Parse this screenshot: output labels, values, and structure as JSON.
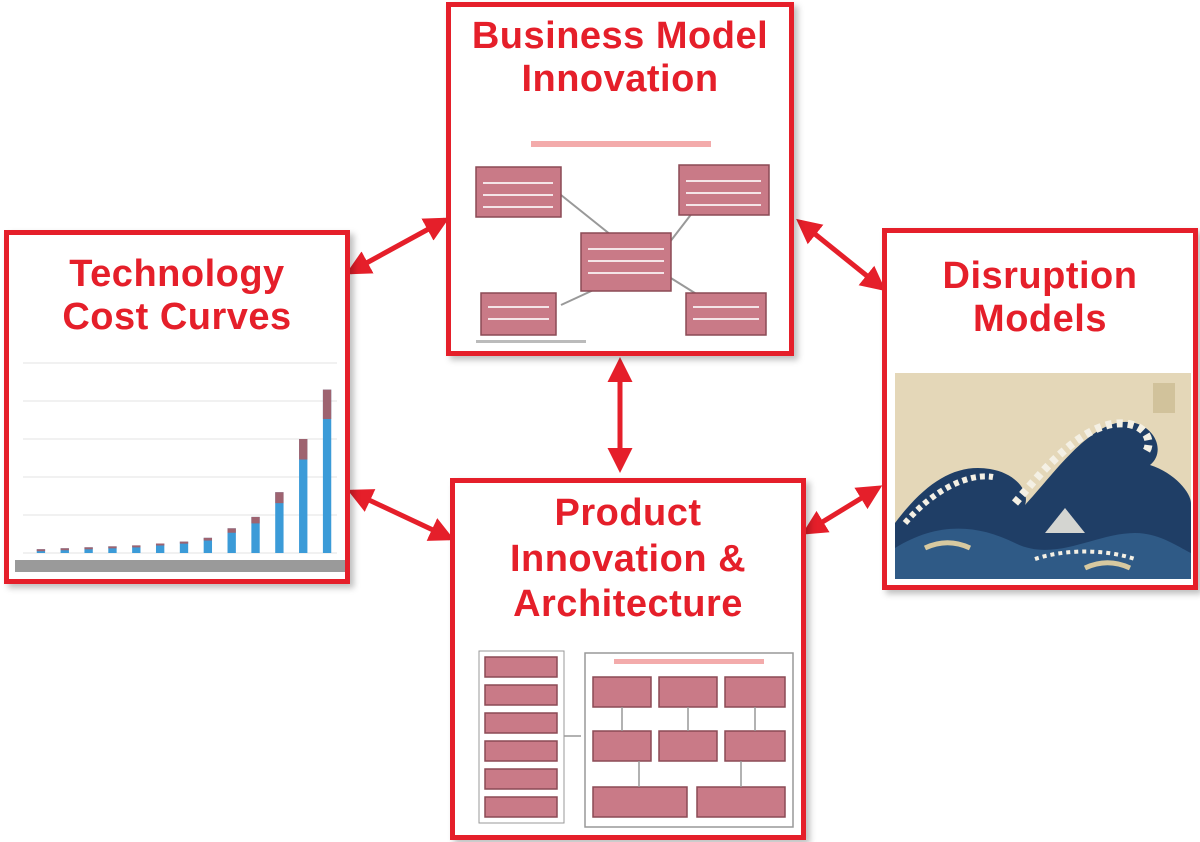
{
  "panels": {
    "business_model": {
      "line1": "Business Model",
      "line2": "Innovation"
    },
    "technology": {
      "line1": "Technology",
      "line2": "Cost Curves"
    },
    "disruption": {
      "line1": "Disruption",
      "line2": "Models"
    },
    "product": {
      "line1": "Product",
      "line2": "Innovation &",
      "line3": "Architecture"
    }
  },
  "colors": {
    "accent": "#e51f2a",
    "bar": "#3b9bd8",
    "bar_top": "#c0504d"
  },
  "cost_chart_bars": [
    0.02,
    0.025,
    0.03,
    0.035,
    0.04,
    0.05,
    0.06,
    0.08,
    0.13,
    0.19,
    0.32,
    0.6,
    0.86
  ]
}
